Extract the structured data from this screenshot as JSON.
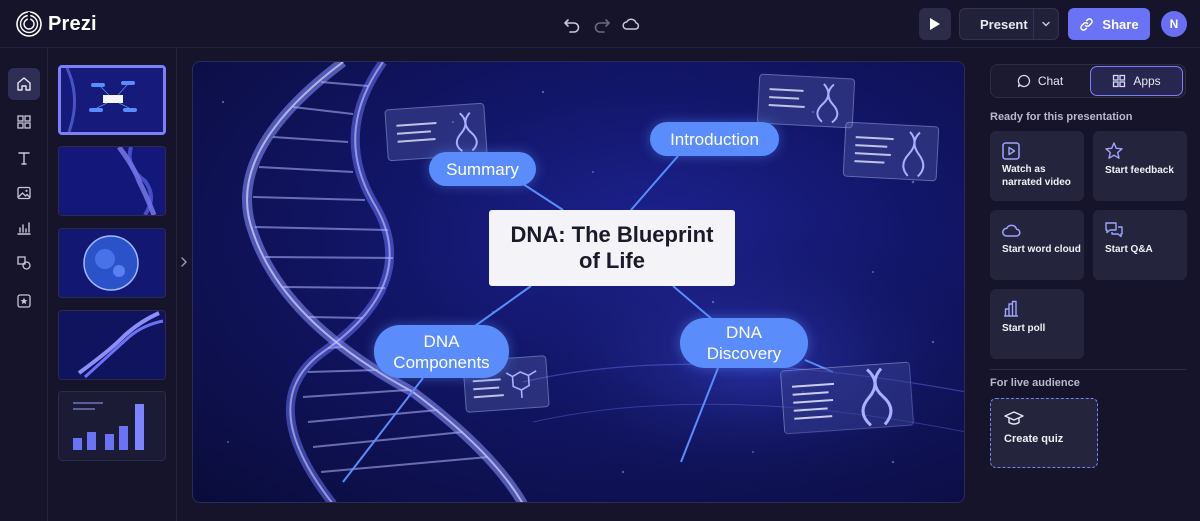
{
  "app": {
    "name": "Prezi"
  },
  "header": {
    "present_label": "Present",
    "share_label": "Share",
    "avatar_initial": "N",
    "icons": [
      "undo-icon",
      "redo-icon",
      "cloud-save-icon",
      "play-icon",
      "chevron-down-icon",
      "link-icon"
    ]
  },
  "rail": {
    "items": [
      "home-icon",
      "grid-icon",
      "text-icon",
      "image-icon",
      "chart-icon",
      "shapes-icon",
      "sticker-icon"
    ],
    "active": "home-icon"
  },
  "slides": {
    "count": 5,
    "active_index": 0
  },
  "canvas": {
    "title": "DNA: The Blueprint of Life",
    "topics": {
      "summary": "Summary",
      "introduction": "Introduction",
      "components": "DNA Components",
      "discovery": "DNA Discovery"
    }
  },
  "panel": {
    "tabs": {
      "chat": "Chat",
      "apps": "Apps",
      "active": "Apps"
    },
    "ready_heading": "Ready for this presentation",
    "apps": {
      "watch_video": "Watch as narrated video",
      "start_feedback": "Start feedback",
      "word_cloud": "Start word cloud",
      "qa": "Start Q&A",
      "poll": "Start poll"
    },
    "live_heading": "For live audience",
    "create_quiz": "Create quiz"
  },
  "colors": {
    "background": "#15142a",
    "accent": "#6a72f5",
    "bubble": "#5a8dfb",
    "tile": "#25243d"
  }
}
